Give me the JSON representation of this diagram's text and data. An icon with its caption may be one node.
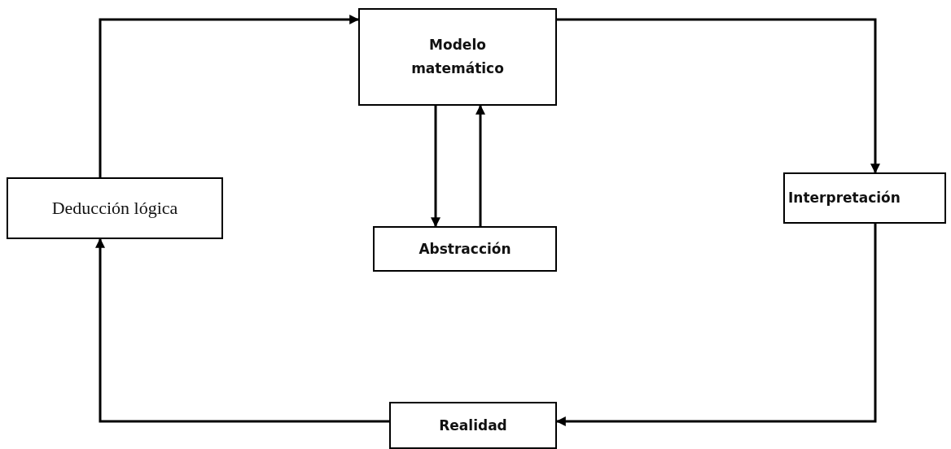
{
  "diagram": {
    "nodes": [
      {
        "text": [
          "Modelo matemático"
        ]
      },
      {
        "text": [
          "Deducción lógica"
        ]
      },
      {
        "text": [
          "Abstracción"
        ]
      },
      {
        "text": [
          "Interpretación"
        ]
      },
      {
        "text": [
          "Realidad"
        ]
      }
    ],
    "edges": [
      {
        "from": 1,
        "to": 0,
        "arrow": "to"
      },
      {
        "from": 0,
        "to": 3,
        "arrow": "to"
      },
      {
        "from": 0,
        "to": 2,
        "arrow": "to"
      },
      {
        "from": 2,
        "to": 0,
        "arrow": "to"
      },
      {
        "from": 3,
        "to": 4,
        "arrow": "to"
      },
      {
        "from": 4,
        "to": 1,
        "arrow": "to"
      }
    ]
  }
}
